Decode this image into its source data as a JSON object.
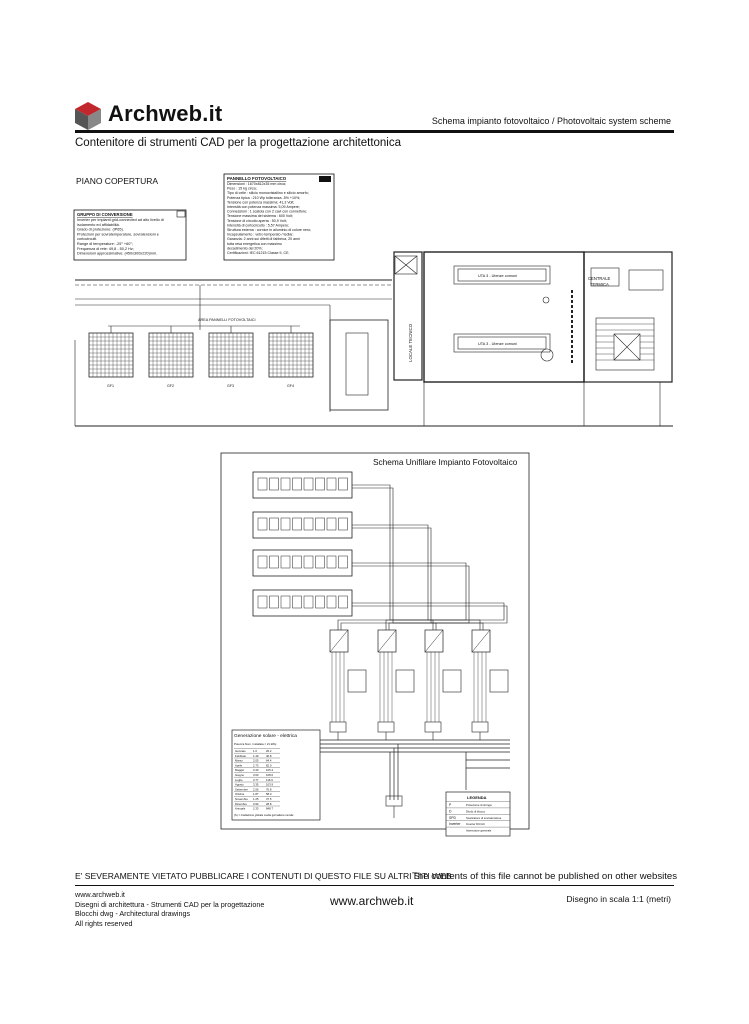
{
  "header": {
    "brand": "Archweb.it",
    "scheme_title": "Schema impianto fotovoltaico  /  Photovoltaic system scheme",
    "subtitle": "Contenitore di strumenti CAD per la progettazione architettonica"
  },
  "plan": {
    "floor_label": "PIANO COPERTURA",
    "panel_box": {
      "title": "PANNELLO FOTOVOLTAICO",
      "lines": [
        "Dimensioni : 1670x812x35 mm circa;",
        "Peso : 15 kg circa;",
        "Tipo di celle : silicio monocristallino e silicio amorfo;",
        "Potenza tipica : 210 Wp tolleranza -5% +10%;",
        "Tensione con potenza massima: 41,3 Volt;",
        "Intensità con potenza massima: 5,09 Ampere;",
        "Connessioni : 1 scatola con 2 cavi con connettore;",
        "Tensione massima del sistema : 600 Volt;",
        "Tensione di circuito aperta : 50,9 Volt;",
        "Intensità di cortocircuito : 5,57 Ampere;",
        "Struttura esterna : cornice in alluminio di colore nero;",
        "Incapsulamento : vetro temperato / tedlar;",
        "Garanzia: 2 anni sui difetti di fabbrica, 20 anni",
        "tutta resa energetica con massimo",
        "decadimento del 20%;",
        "Certificazioni: IEC 61215 Classe II, CE."
      ]
    },
    "inverter_box": {
      "title": "GRUPPO DI CONVERSIONE",
      "lines": [
        "Inverter per impianti grid-connected ad alto livello di",
        "isolamento ed affidabilità.",
        "Grado di protezione: (IP65).",
        "Protezioni per sovratemperature, sovratensioni e",
        "cortocircuiti.",
        "Range di temperature: -25° +60°;",
        "Frequenza di rete: 49,8 - 50,2 Hz;",
        "Dimensioni approssimative: (450x300x220)mm."
      ]
    },
    "area_label": "AREA PANNELLI FOTOVOLTAICI",
    "array_labels": [
      "GF1",
      "GF2",
      "GF3",
      "GF4"
    ],
    "uta1": "UTA 3 - Utenze comuni",
    "uta2": "UTA 3 - Utenze comuni",
    "centrale": "CENTRALE",
    "termica": "TERMICA",
    "locale_tecnico": "LOCALE TECNICO"
  },
  "unifilare": {
    "title": "Schema Unifilare Impianto Fotovoltaico",
    "table": {
      "title": "Generazione solare - elettrica",
      "header": "Potenza Nom. Installata = 21 kWp",
      "rows": [
        [
          "Gennaio",
          "1.0",
          "26.2"
        ],
        [
          "Febbraio",
          "1.40",
          "40.8"
        ],
        [
          "Marzo",
          "2.05",
          "64.4"
        ],
        [
          "Aprile",
          "2.73",
          "82.0"
        ],
        [
          "Maggio",
          "3.40",
          "105.4"
        ],
        [
          "Giugno",
          "3.60",
          "108.0"
        ],
        [
          "Luglio",
          "3.77",
          "116.9"
        ],
        [
          "Agosto",
          "3.35",
          "103.9"
        ],
        [
          "Settembre",
          "2.56",
          "76.8"
        ],
        [
          "Ottobre",
          "1.87",
          "58.0"
        ],
        [
          "Novembre",
          "1.25",
          "37.5"
        ],
        [
          "Dicembre",
          "0.93",
          "28.8"
        ],
        [
          "Annuale",
          "2.33",
          "848.7"
        ]
      ],
      "notes": "(fv) = irradiazione globale media giornaliera mensile"
    },
    "legend": {
      "title": "LEGENDA",
      "rows": [
        [
          "P",
          "Protezione di stringa"
        ],
        [
          "D",
          "Diodo di blocco"
        ],
        [
          "SPD",
          "Scaricatore di sovratensione"
        ],
        [
          "Inverter",
          "Inverter DC/AC"
        ],
        [
          "",
          "Interruttore generale"
        ]
      ]
    }
  },
  "footer": {
    "warning_it": "E' SEVERAMENTE VIETATO PUBBLICARE I CONTENUTI DI QUESTO FILE SU ALTRI SITI WEB",
    "warning_en": "The contents of this file cannot be published on other websites",
    "left_lines": [
      "www.archweb.it",
      "Disegni di architettura - Strumenti CAD  per la progettazione",
      "Blocchi dwg - Architectural drawings",
      "All rights reserved"
    ],
    "center": "www.archweb.it",
    "scale": "Disegno in scala 1:1 (metri)"
  }
}
